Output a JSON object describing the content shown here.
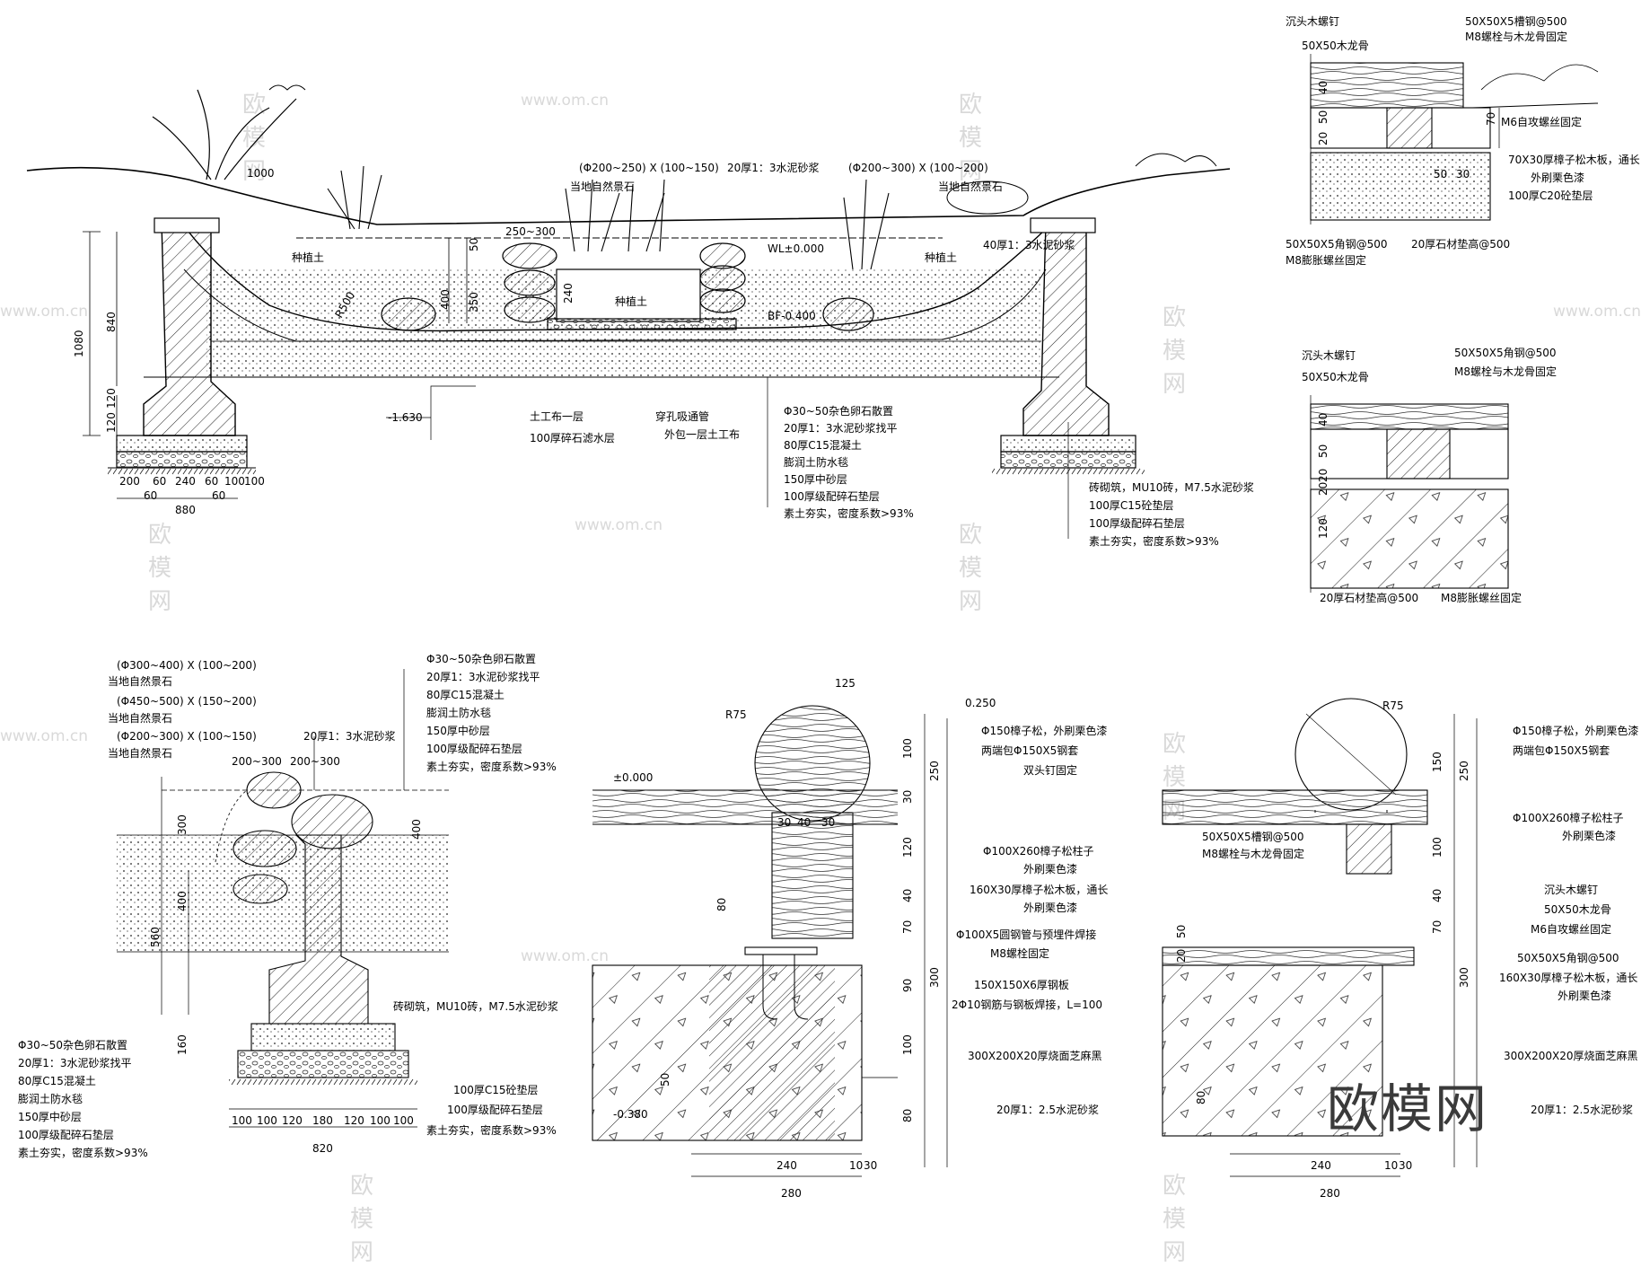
{
  "watermark": {
    "brand": "欧模网",
    "url": "www.om.cn",
    "stamp": "欧模网"
  },
  "section_main": {
    "dims": {
      "d1000": "1000",
      "d1080": "1080",
      "d840": "840",
      "d120a": "120",
      "d120b": "120",
      "d250_300": "250~300",
      "d400": "400",
      "d350": "350",
      "d50": "50",
      "d240": "240",
      "r500": "R500",
      "wl": "WL±0.000",
      "bf": "BF-0.400",
      "lvl": "-1.630",
      "b200": "200",
      "b60a": "60",
      "b240": "240",
      "b60b": "60",
      "b100a": "100",
      "b100b": "100",
      "b60c": "60",
      "b60d": "60",
      "b880": "880"
    },
    "labels": {
      "stone_a": "(Φ200~250) X (100~150)",
      "mortar_top": "20厚1：3水泥砂浆",
      "stone_b": "(Φ200~300) X (100~200)",
      "local_stone_a": "当地自然景石",
      "local_stone_b": "当地自然景石",
      "soil_l": "种植土",
      "soil_m": "种植土",
      "soil_r": "种植土",
      "mortar40": "40厚1：3水泥砂浆",
      "geotex": "土工布一层",
      "gravel_filter": "100厚碎石滤水层",
      "pipe": "穿孔吸通管",
      "pipe_wrap": "外包一层土工布"
    },
    "layers_mid": [
      "Φ30~50杂色卵石散置",
      "20厚1：3水泥砂浆找平",
      "80厚C15混凝土",
      "膨润土防水毯",
      "150厚中砂层",
      "100厚级配碎石垫层",
      "素土夯实，密度系数>93%"
    ],
    "layers_right": [
      "砖砌筑，MU10砖，M7.5水泥砂浆",
      "100厚C15砼垫层",
      "100厚级配碎石垫层",
      "素土夯实，密度系数>93%"
    ]
  },
  "detail_tr": {
    "labels": {
      "screw": "沉头木螺钉",
      "keel": "50X50木龙骨",
      "channel": "50X50X5槽钢@500",
      "bolt": "M8螺栓与木龙骨固定",
      "m6": "M6自攻螺丝固定",
      "board": "70X30厚樟子松木板，通长",
      "paint": "外刷栗色漆",
      "c20": "100厚C20砼垫层",
      "angle": "50X50X5角钢@500",
      "expbolt": "M8膨胀螺丝固定",
      "pad": "20厚石材垫高@500"
    },
    "dims": {
      "d40": "40",
      "d50": "50",
      "d20": "20",
      "d70": "70",
      "d50b": "50",
      "d30": "30"
    }
  },
  "detail_mr": {
    "labels": {
      "screw": "沉头木螺钉",
      "keel": "50X50木龙骨",
      "angle": "50X50X5角钢@500",
      "bolt": "M8螺栓与木龙骨固定",
      "pad": "20厚石材垫高@500",
      "expbolt": "M8膨胀螺丝固定"
    },
    "dims": {
      "d40": "40",
      "d50": "50",
      "d20a": "20",
      "d20b": "20",
      "d120": "120"
    }
  },
  "section_bl": {
    "stones": [
      "(Φ300~400) X (100~200)",
      "当地自然景石",
      "(Φ450~500) X (150~200)",
      "当地自然景石",
      "(Φ200~300) X (100~150)",
      "当地自然景石"
    ],
    "mortar": "20厚1：3水泥砂浆",
    "w1": "200~300",
    "w2": "200~300",
    "layers_top": [
      "Φ30~50杂色卵石散置",
      "20厚1：3水泥砂浆找平",
      "80厚C15混凝土",
      "膨润土防水毯",
      "150厚中砂层",
      "100厚级配碎石垫层",
      "素土夯实，密度系数>93%"
    ],
    "layers_left": [
      "Φ30~50杂色卵石散置",
      "20厚1：3水泥砂浆找平",
      "80厚C15混凝土",
      "膨润土防水毯",
      "150厚中砂层",
      "100厚级配碎石垫层",
      "素土夯实，密度系数>93%"
    ],
    "brick": "砖砌筑，MU10砖，M7.5水泥砂浆",
    "c15": "100厚C15砼垫层",
    "gravel": "100厚级配碎石垫层",
    "soil": "素土夯实，密度系数>93%",
    "dims": {
      "d300": "300",
      "d400a": "400",
      "d400b": "400",
      "d560": "560",
      "d160": "160",
      "b100a": "100",
      "b100b": "100",
      "b120a": "120",
      "b180": "180",
      "b120b": "120",
      "b100c": "100",
      "b100d": "100",
      "b820": "820"
    }
  },
  "post_bm": {
    "labels": {
      "lvl025": "0.250",
      "ball": "Φ150樟子松，外刷栗色漆",
      "sleeve": "两端包Φ150X5钢套",
      "nail": "双头钉固定",
      "post": "Φ100X260樟子松柱子",
      "paint": "外刷栗色漆",
      "board": "160X30厚樟子松木板，通长",
      "paint2": "外刷栗色漆",
      "tube": "Φ100X5圆钢管与预埋件焊接",
      "bolt": "M8螺栓固定",
      "plate": "150X150X6厚钢板",
      "rebar": "2Φ10钢筋与钢板焊接，L=100",
      "granite": "300X200X20厚烧面芝麻黑",
      "mortar": "20厚1：2.5水泥砂浆",
      "lvl000": "±0.000",
      "lvl038": "-0.380"
    },
    "dims": {
      "r75": "R75",
      "d125": "125",
      "d100": "100",
      "d30": "30",
      "d250": "250",
      "d120": "120",
      "d40": "40",
      "d70": "70",
      "d90": "90",
      "d300": "300",
      "d100b": "100",
      "d80": "80",
      "d80b": "80",
      "d50": "50",
      "s30a": "30",
      "s40": "40",
      "s30b": "30",
      "b240": "240",
      "b10": "10",
      "b30": "30",
      "b280": "280"
    }
  },
  "post_br": {
    "labels": {
      "ball": "Φ150樟子松，外刷栗色漆",
      "sleeve": "两端包Φ150X5钢套",
      "post": "Φ100X260樟子松柱子",
      "paint": "外刷栗色漆",
      "channel": "50X50X5槽钢@500",
      "bolt": "M8螺栓与木龙骨固定",
      "screw": "沉头木螺钉",
      "keel": "50X50木龙骨",
      "m6": "M6自攻螺丝固定",
      "angle": "50X50X5角钢@500",
      "board": "160X30厚樟子松木板，通长",
      "paint2": "外刷栗色漆",
      "granite": "300X200X20厚烧面芝麻黑",
      "mortar": "20厚1：2.5水泥砂浆"
    },
    "dims": {
      "r75": "R75",
      "d150": "150",
      "d250": "250",
      "d100": "100",
      "d40": "40",
      "d70": "70",
      "d300": "300",
      "d50": "50",
      "d20": "20",
      "d80": "80",
      "b240": "240",
      "b10": "10",
      "b30": "30",
      "b280": "280"
    }
  },
  "colors": {
    "line": "#000000",
    "watermark": "#d4d4d4",
    "hatch": "#222222"
  }
}
